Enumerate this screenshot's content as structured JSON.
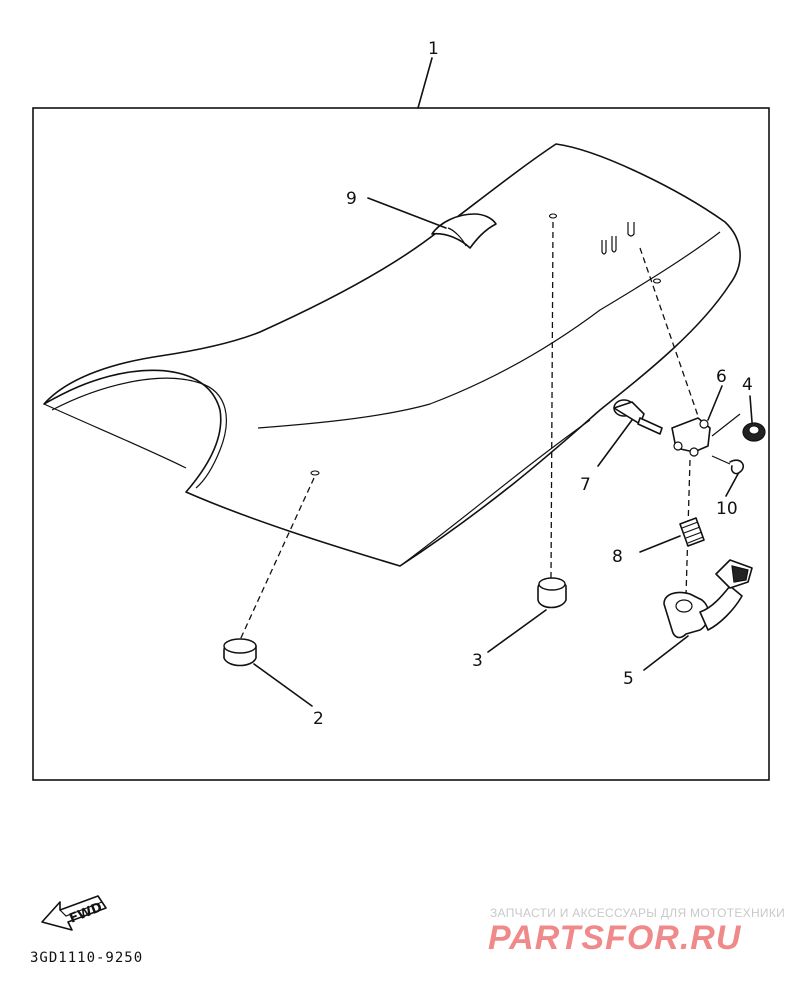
{
  "diagram": {
    "assembly_callout": "1",
    "callouts": [
      {
        "id": "2",
        "label": "2"
      },
      {
        "id": "3",
        "label": "3"
      },
      {
        "id": "4",
        "label": "4"
      },
      {
        "id": "5",
        "label": "5"
      },
      {
        "id": "6",
        "label": "6"
      },
      {
        "id": "7",
        "label": "7"
      },
      {
        "id": "8",
        "label": "8"
      },
      {
        "id": "9",
        "label": "9"
      },
      {
        "id": "10",
        "label": "10"
      }
    ],
    "fwd_label": "FWD",
    "drawing_code": "3GD1110-9250"
  },
  "watermark": {
    "tagline": "ЗАПЧАСТИ И АКСЕССУАРЫ ДЛЯ МОТОТЕХНИКИ",
    "logo": "PARTSFOR.RU",
    "color": "#f08a8a"
  }
}
